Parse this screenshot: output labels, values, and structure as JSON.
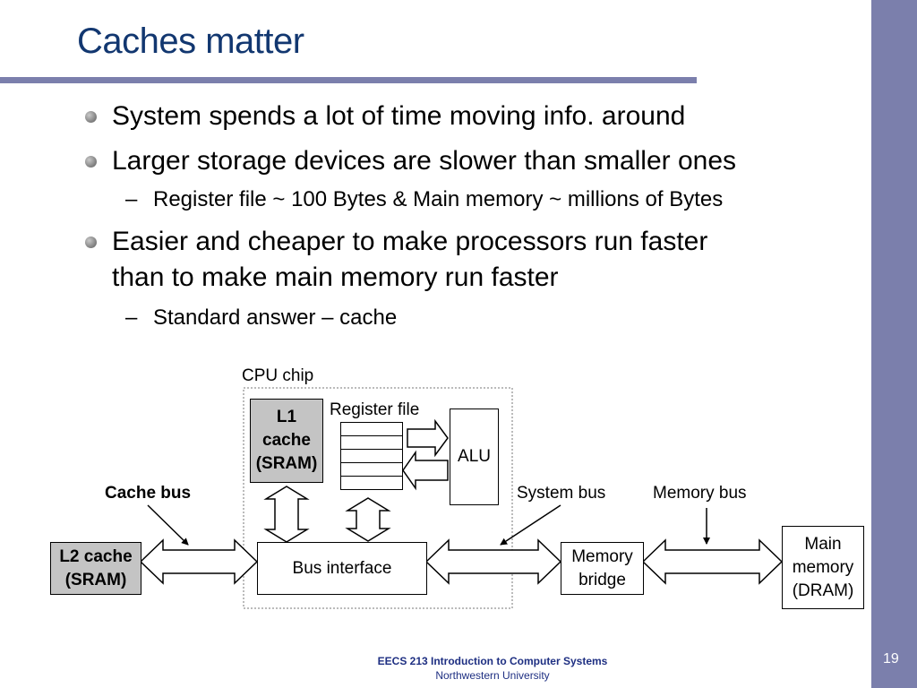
{
  "slide": {
    "title": "Caches matter",
    "page_number": "19"
  },
  "bullets": {
    "b1": "System spends a lot of time moving info. around",
    "b2": "Larger storage devices are slower than smaller ones",
    "b2_sub": "Register file ~ 100 Bytes & Main memory ~ millions of Bytes",
    "b3_line1": "Easier and cheaper to make processors run faster",
    "b3_line2": "than to make main memory run faster",
    "b3_sub": "Standard answer – cache"
  },
  "diagram": {
    "cpu_chip_label": "CPU chip",
    "register_file_label": "Register file",
    "l1_cache": "L1\ncache\n(SRAM)",
    "alu": "ALU",
    "bus_interface": "Bus interface",
    "l2_cache": "L2 cache\n(SRAM)",
    "memory_bridge": "Memory\nbridge",
    "main_memory": "Main\nmemory\n(DRAM)",
    "cache_bus_label": "Cache bus",
    "system_bus_label": "System bus",
    "memory_bus_label": "Memory bus"
  },
  "footer": {
    "line1": "EECS 213 Introduction to Computer Systems",
    "line2": "Northwestern University"
  }
}
